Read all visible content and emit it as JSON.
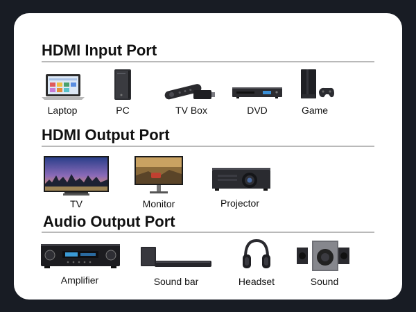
{
  "sections": [
    {
      "title": "HDMI Input Port",
      "devices": [
        {
          "label": "Laptop",
          "icon": "laptop-icon"
        },
        {
          "label": "PC",
          "icon": "pc-tower-icon"
        },
        {
          "label": "TV Box",
          "icon": "tv-box-remote-icon"
        },
        {
          "label": "DVD",
          "icon": "dvd-player-icon"
        },
        {
          "label": "Game",
          "icon": "game-console-icon"
        }
      ]
    },
    {
      "title": "HDMI Output Port",
      "devices": [
        {
          "label": "TV",
          "icon": "tv-icon"
        },
        {
          "label": "Monitor",
          "icon": "monitor-icon"
        },
        {
          "label": "Projector",
          "icon": "projector-icon"
        }
      ]
    },
    {
      "title": "Audio Output Port",
      "devices": [
        {
          "label": "Amplifier",
          "icon": "amplifier-icon"
        },
        {
          "label": "Sound bar",
          "icon": "soundbar-icon"
        },
        {
          "label": "Headset",
          "icon": "headset-icon"
        },
        {
          "label": "Sound",
          "icon": "speaker-system-icon"
        }
      ]
    }
  ],
  "colors": {
    "page_background": "#181c24",
    "card_background": "#ffffff",
    "divider": "#b9b9b9",
    "text": "#111111"
  }
}
